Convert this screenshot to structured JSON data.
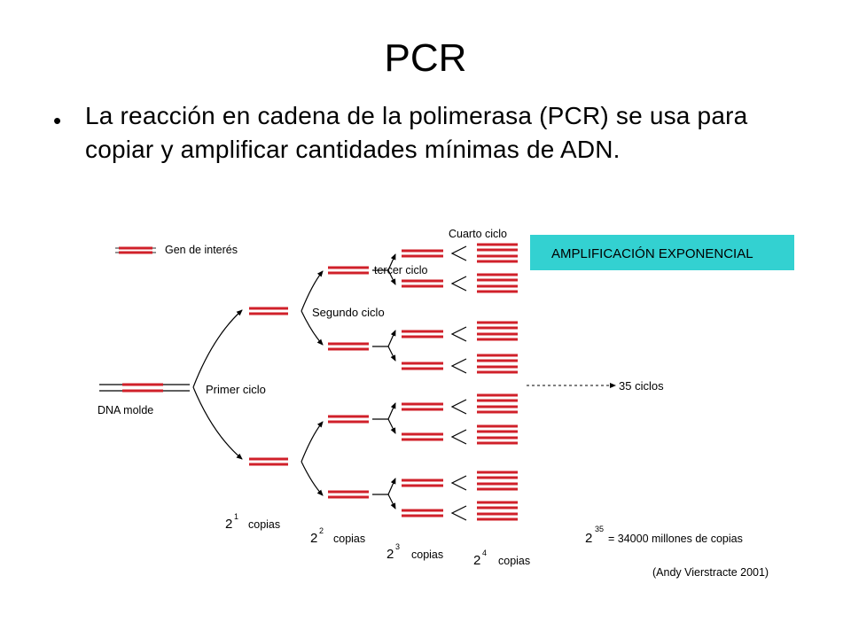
{
  "slide": {
    "title": "PCR",
    "bullet": "La reacción en cadena de la polimerasa (PCR) se usa para copiar y amplificar cantidades mínimas de ADN."
  },
  "diagram": {
    "legend_gene": "Gen de interés",
    "template_label": "DNA molde",
    "cycle_1": "Primer ciclo",
    "cycle_2": "Segundo ciclo",
    "cycle_3": "tercer ciclo",
    "cycle_4": "Cuarto ciclo",
    "banner": "AMPLIFICACIÓN EXPONENCIAL",
    "cycles_35": "35 ciclos",
    "copies_word": "copias",
    "base": "2",
    "exp_1": "1",
    "exp_2": "2",
    "exp_3": "3",
    "exp_4": "4",
    "exp_35": "35",
    "result_35": "= 34000 millones de  copias",
    "credit": "(Andy Vierstracte 2001)",
    "colors": {
      "strand_red": "#d0202a",
      "strand_dark": "#2a2a2a",
      "banner_bg": "#33d1d1"
    }
  }
}
